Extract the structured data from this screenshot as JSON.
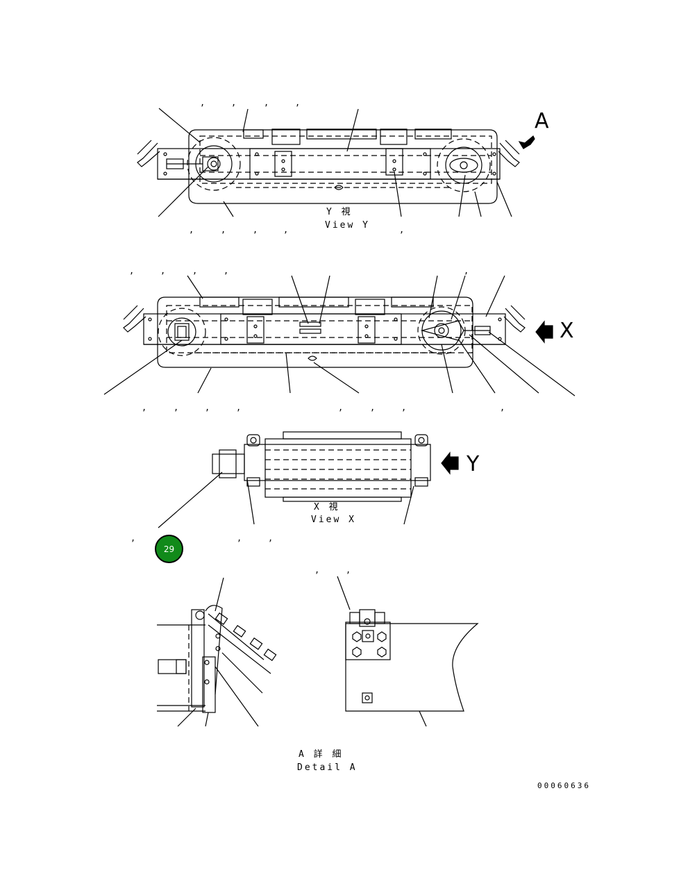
{
  "views": {
    "y": {
      "jp": "Y 視",
      "en": "View Y"
    },
    "x": {
      "jp": "X 視",
      "en": "View X"
    },
    "detail_a": {
      "jp": "A 詳 細",
      "en": "Detail A"
    }
  },
  "arrow_labels": {
    "a": "A",
    "x": "X",
    "y": "Y"
  },
  "callout": {
    "number": "29",
    "color": "#118a1a"
  },
  "drawing_number": "00060636"
}
